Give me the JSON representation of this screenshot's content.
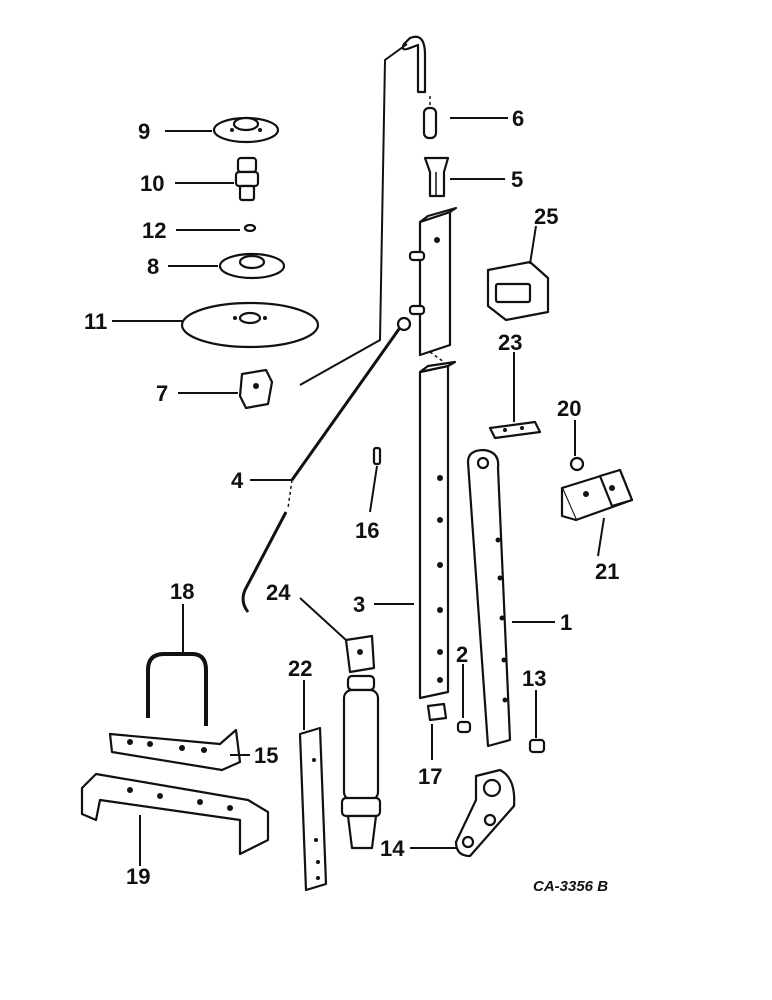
{
  "callouts": {
    "c1": "1",
    "c2": "2",
    "c3": "3",
    "c4": "4",
    "c5": "5",
    "c6": "6",
    "c7": "7",
    "c8": "8",
    "c9": "9",
    "c10": "10",
    "c11": "11",
    "c12": "12",
    "c13": "13",
    "c14": "14",
    "c15": "15",
    "c16": "16",
    "c17": "17",
    "c18": "18",
    "c19": "19",
    "c20": "20",
    "c21": "21",
    "c22": "22",
    "c23": "23",
    "c24": "24",
    "c25": "25"
  },
  "drawing_code": "CA-3356 B"
}
